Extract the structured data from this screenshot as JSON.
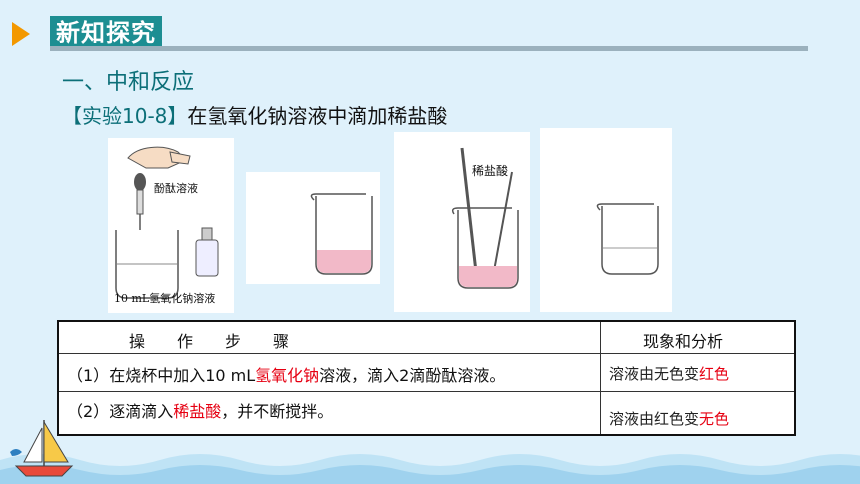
{
  "header": {
    "title": "新知探究"
  },
  "section": {
    "heading": "一、中和反应"
  },
  "experiment": {
    "tag": "【实验10-8】",
    "text": "在氢氧化钠溶液中滴加稀盐酸"
  },
  "figure": {
    "label_phenolphthalein": "酚酞溶液",
    "label_naoh": "10 mL氢氧化钠溶液",
    "label_hcl": "稀盐酸"
  },
  "table": {
    "header_steps": "操　　作　　步　　骤",
    "header_obs": "现象和分析",
    "rows": [
      {
        "num": "（1）",
        "pre": "在烧杯中加入10 mL",
        "red": "氢氧化钠",
        "post": "溶液，滴入2滴酚酞溶液。",
        "obs_pre": "溶液由无色变",
        "obs_red": "红色"
      },
      {
        "num": "（2）",
        "pre": "逐滴滴入",
        "red": "稀盐酸",
        "post": "，并不断搅拌。",
        "obs_pre": "溶液由红色变",
        "obs_red": "无色"
      }
    ]
  },
  "colors": {
    "accent": "#1d8e92",
    "arrow": "#2d6fc0",
    "highlight": "#e60012",
    "pink_solution": "#f2b9c8"
  }
}
